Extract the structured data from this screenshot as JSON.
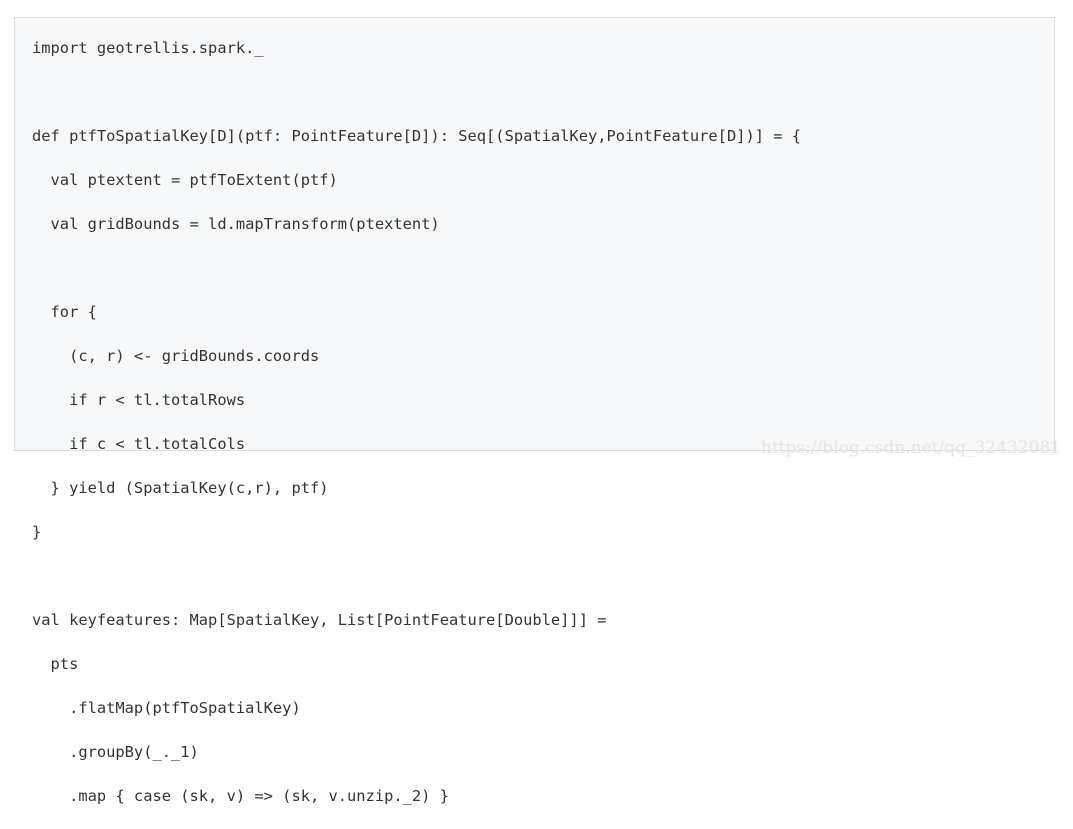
{
  "code": {
    "lines": [
      "import geotrellis.spark._",
      "",
      "def ptfToSpatialKey[D](ptf: PointFeature[D]): Seq[(SpatialKey,PointFeature[D])] = {",
      "  val ptextent = ptfToExtent(ptf)",
      "  val gridBounds = ld.mapTransform(ptextent)",
      "",
      "  for {",
      "    (c, r) <- gridBounds.coords",
      "    if r < tl.totalRows",
      "    if c < tl.totalCols",
      "  } yield (SpatialKey(c,r), ptf)",
      "}",
      "",
      "val keyfeatures: Map[SpatialKey, List[PointFeature[Double]]] =",
      "  pts",
      "    .flatMap(ptfToSpatialKey)",
      "    .groupBy(_._1)",
      "    .map { case (sk, v) => (sk, v.unzip._2) }"
    ]
  },
  "watermark": "https://blog.csdn.net/qq_32432081"
}
